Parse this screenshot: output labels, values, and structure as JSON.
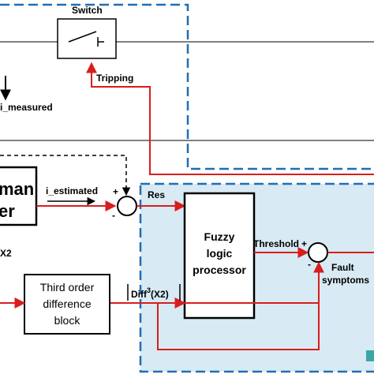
{
  "colors": {
    "signal_line": "#d91d1d",
    "dashed_border": "#1f6fb5",
    "shaded_region": "#d8eaf3",
    "block_stroke": "#000000"
  },
  "switch": {
    "label": "Switch",
    "tripping_label": "Tripping"
  },
  "measurement": {
    "label": "i_measured"
  },
  "kalman_filter": {
    "line1": "man",
    "line2": "er",
    "estimated_label": "i_estimated",
    "sub_label": "X2"
  },
  "summing_junction_1": {
    "plus_sign": "+",
    "minus_sign": "-"
  },
  "residual": {
    "label": "Res"
  },
  "fuzzy_block": {
    "line1": "Fuzzy",
    "line2": "logic",
    "line3": "processor"
  },
  "threshold": {
    "label": "Threshold",
    "plus_sign": "+"
  },
  "summing_junction_2": {
    "minus_sign": "-"
  },
  "fault_output": {
    "line1": "Fault",
    "line2": "symptoms"
  },
  "difference_block": {
    "line1": "Third order",
    "line2": "difference",
    "line3": "block"
  },
  "diff_signal": {
    "prefix": "Diff",
    "superscript": "3",
    "suffix": "(X2)"
  }
}
